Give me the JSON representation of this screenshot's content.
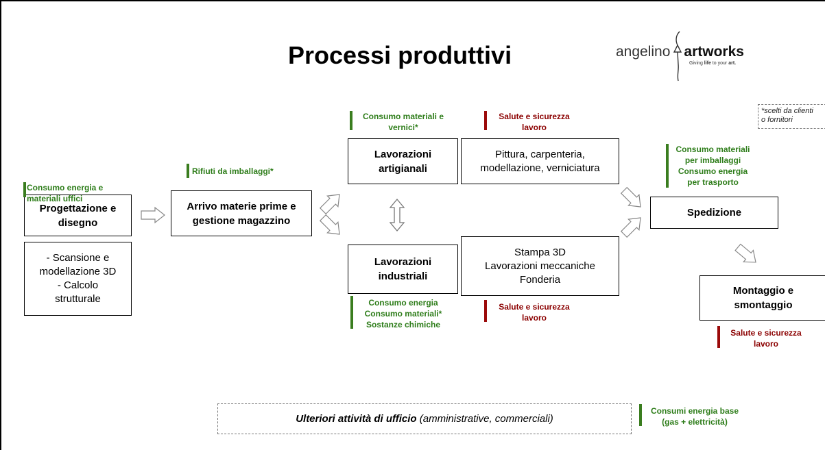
{
  "title": "Processi produttivi",
  "logo": {
    "name_light": "angelino",
    "name_bold": "artworks",
    "tagline_pre": "Giving ",
    "tagline_bold": "life",
    "tagline_post": " to your ",
    "tagline_art": "art."
  },
  "note": "*scelti da clienti\no fornitori",
  "boxes": {
    "progettazione": "Progettazione e\ndisegno",
    "scansione": "- Scansione e\nmodellazione 3D\n- Calcolo\nstrutturale",
    "arrivo": "Arrivo materie prime e\ngestione magazzino",
    "artigianali": "Lavorazioni\nartigianali",
    "pittura": "Pittura, carpenteria,\nmodellazione, verniciatura",
    "industriali": "Lavorazioni\nindustriali",
    "stampa": "Stampa 3D\nLavorazioni meccaniche\nFonderia",
    "spedizione": "Spedizione",
    "montaggio": "Montaggio e\nsmontaggio"
  },
  "annotations": {
    "energia_uffici": "Consumo energia e\nmateriali uffici",
    "rifiuti": "Rifiuti da imballaggi*",
    "consumo_vernici": "Consumo materiali e\nvernici*",
    "salute1": "Salute e sicurezza\nlavoro",
    "imballaggi": "Consumo materiali\nper imballaggi\nConsumo energia\nper trasporto",
    "energia_chimiche": "Consumo energia\nConsumo materiali*\nSostanze chimiche",
    "salute2": "Salute e sicurezza\nlavoro",
    "salute3": "Salute e sicurezza\nlavoro",
    "energia_base": "Consumi energia base\n(gas + elettricità)"
  },
  "office": {
    "bold_italic": "Ulteriori attività di ufficio",
    "italic": " (amministrative, commerciali)"
  },
  "colors": {
    "green": "#2e7d1a",
    "red": "#8b0000"
  }
}
